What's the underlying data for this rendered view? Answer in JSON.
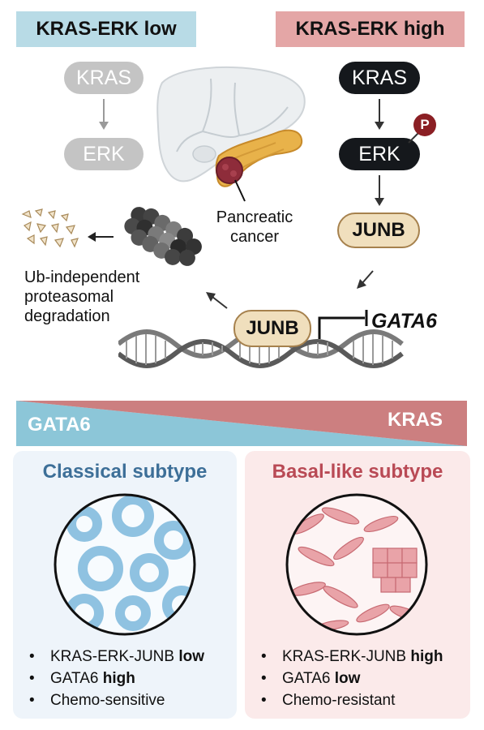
{
  "header": {
    "low_label": "KRAS-ERK low",
    "high_label": "KRAS-ERK high",
    "low_color": "#b8dbe6",
    "high_color": "#e4a6a6"
  },
  "pathway_low": {
    "kras": "KRAS",
    "erk": "ERK"
  },
  "pathway_high": {
    "kras": "KRAS",
    "erk": "ERK",
    "phospho": "P",
    "junb": "JUNB"
  },
  "center": {
    "organ_label_line1": "Pancreatic",
    "organ_label_line2": "cancer"
  },
  "degradation": {
    "line1": "Ub-independent",
    "line2": "proteasomal",
    "line3": "degradation"
  },
  "dna": {
    "junb": "JUNB",
    "target_gene": "GATA6"
  },
  "gradient": {
    "left_label": "GATA6",
    "right_label": "KRAS",
    "left_color": "#7fbfd3",
    "right_color": "#c97072"
  },
  "classical": {
    "title": "Classical subtype",
    "title_color": "#3d6f98",
    "bg_color": "#eef4fa",
    "bullets": [
      {
        "text": "KRAS-ERK-JUNB ",
        "bold": "low"
      },
      {
        "text": "GATA6 ",
        "bold": "high"
      },
      {
        "text": "Chemo-sensitive",
        "bold": ""
      }
    ]
  },
  "basal": {
    "title": "Basal-like subtype",
    "title_color": "#b94a55",
    "bg_color": "#fbeaea",
    "bullets": [
      {
        "text": "KRAS-ERK-JUNB ",
        "bold": "high"
      },
      {
        "text": "GATA6 ",
        "bold": "low"
      },
      {
        "text": "Chemo-resistant",
        "bold": ""
      }
    ]
  }
}
